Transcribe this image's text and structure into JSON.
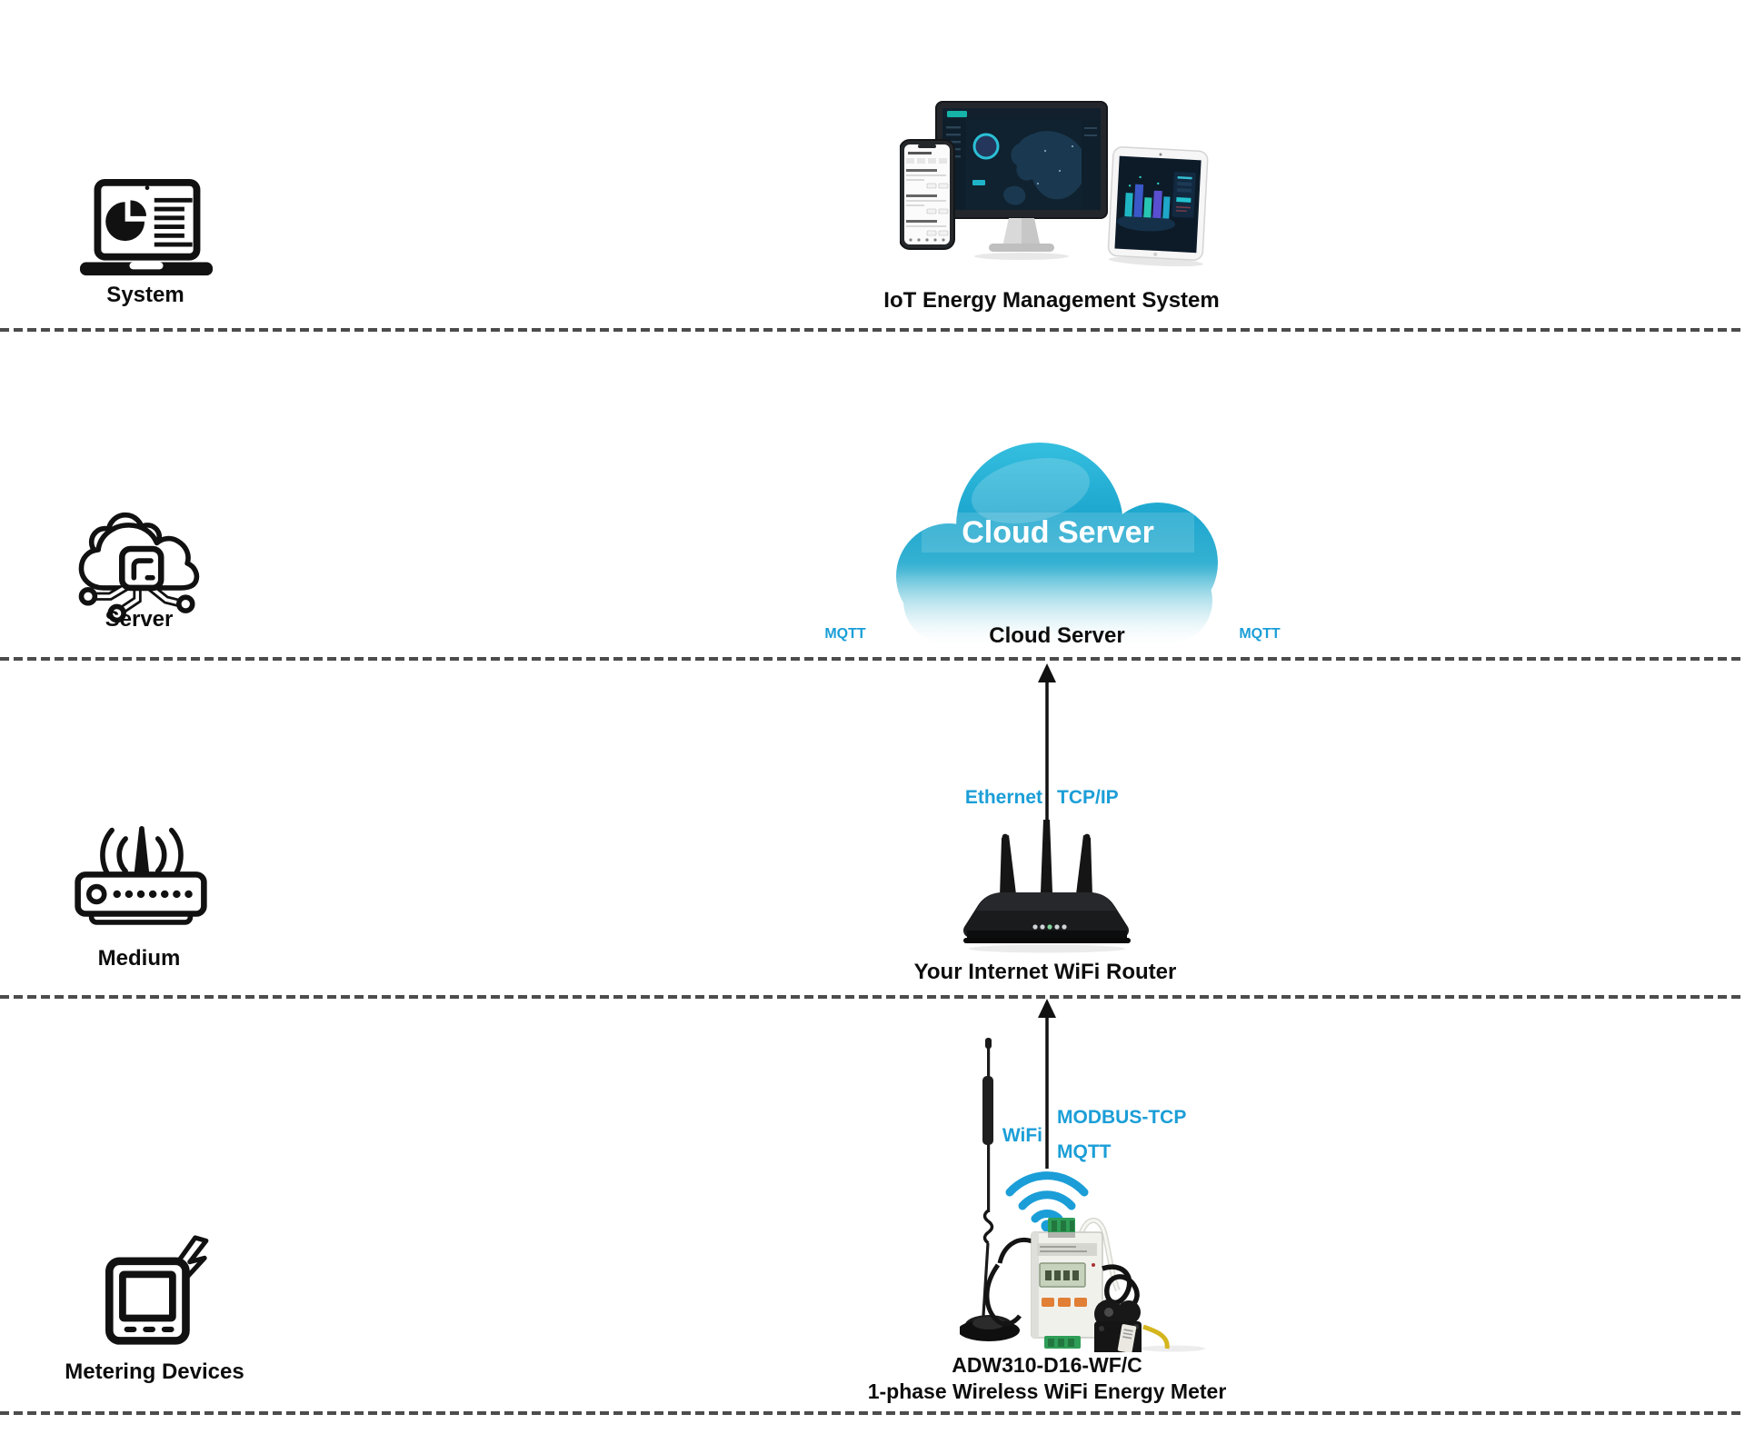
{
  "colors": {
    "accent_cyan": "#1b9ed7",
    "cloud_teal": "#1fa6cf",
    "ink": "#0d0d0d",
    "dash_gray": "#4c4c4c"
  },
  "left_rail": {
    "items": [
      {
        "icon": "laptop-analytics-icon",
        "label": "System"
      },
      {
        "icon": "cloud-server-icon",
        "label": "Server"
      },
      {
        "icon": "wifi-router-icon",
        "label": "Medium"
      },
      {
        "icon": "energy-meter-icon",
        "label": "Metering Devices"
      }
    ]
  },
  "system_layer": {
    "caption": "IoT Energy Management System"
  },
  "server_layer": {
    "cloud_title": "Cloud Server",
    "caption": "Cloud Server",
    "mqtt_left": "MQTT",
    "mqtt_right": "MQTT"
  },
  "medium_layer": {
    "link_label_left": "Ethernet",
    "link_label_right": "TCP/IP",
    "caption": "Your Internet WiFi Router"
  },
  "metering_layer": {
    "wifi_label": "WiFi",
    "protocols": [
      "MODBUS-TCP",
      "MQTT"
    ],
    "model": "ADW310-D16-WF/C",
    "caption": "1-phase Wireless WiFi Energy Meter"
  }
}
